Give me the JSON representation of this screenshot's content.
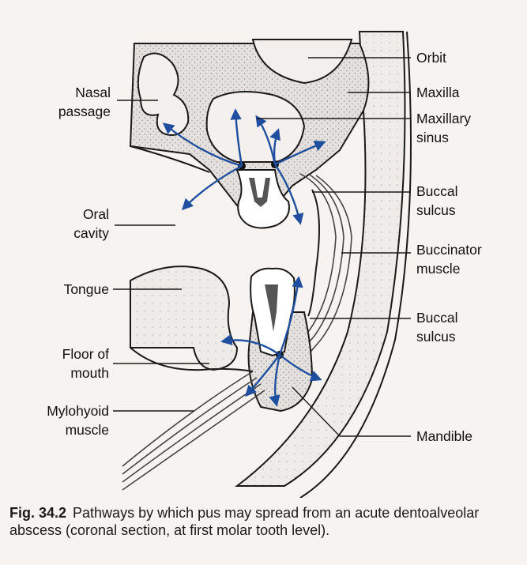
{
  "labels": {
    "orbit": "Orbit",
    "maxilla": "Maxilla",
    "maxillary_sinus": [
      "Maxillary",
      "sinus"
    ],
    "buccal_sulcus_upper": [
      "Buccal",
      "sulcus"
    ],
    "buccinator_muscle": [
      "Buccinator",
      "muscle"
    ],
    "buccal_sulcus_lower": [
      "Buccal",
      "sulcus"
    ],
    "mandible": "Mandible",
    "nasal_passage": [
      "Nasal",
      "passage"
    ],
    "oral_cavity": [
      "Oral",
      "cavity"
    ],
    "tongue": "Tongue",
    "floor_of_mouth": [
      "Floor of",
      "mouth"
    ],
    "mylohyoid_muscle": [
      "Mylohyoid",
      "muscle"
    ]
  },
  "caption": {
    "figure_number": "Fig. 34.2",
    "text": "Pathways by which pus may spread from an acute dentoalveolar abscess (coronal section, at first molar tooth level)."
  },
  "colors": {
    "arrow": "#1f4f9e",
    "bone_fill": "#dcd9d6",
    "soft_tissue_fill": "#e9e6e3",
    "line": "#1a1a1a"
  }
}
